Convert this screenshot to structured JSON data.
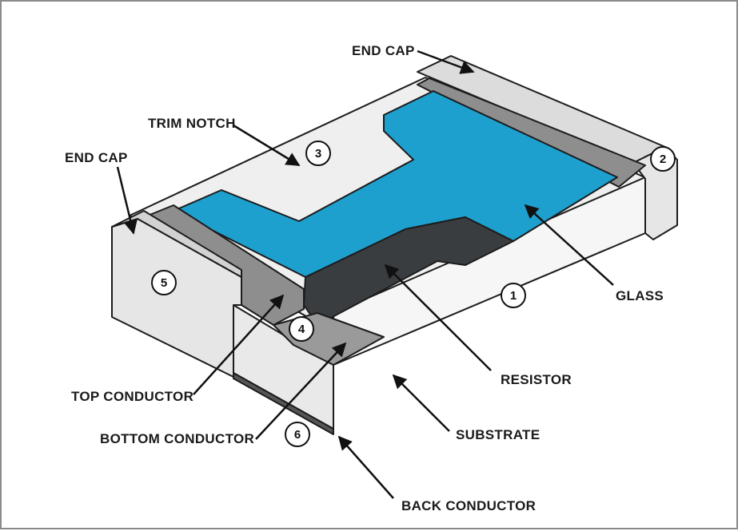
{
  "labels": {
    "end_cap_top": "END CAP",
    "end_cap_left": "END CAP",
    "trim_notch": "TRIM NOTCH",
    "glass": "GLASS",
    "resistor": "RESISTOR",
    "substrate": "SUBSTRATE",
    "top_conductor": "TOP CONDUCTOR",
    "bottom_conductor": "BOTTOM CONDUCTOR",
    "back_conductor": "BACK CONDUCTOR"
  },
  "badges": {
    "n1": "1",
    "n2": "2",
    "n3": "3",
    "n4": "4",
    "n5": "5",
    "n6": "6"
  },
  "colors": {
    "glass": "#1ea0cf",
    "resistor": "#3a3d40",
    "conductor": "#8e8e8e",
    "end_cap": "#e6e6e6",
    "substrate": "#f6f6f6"
  }
}
